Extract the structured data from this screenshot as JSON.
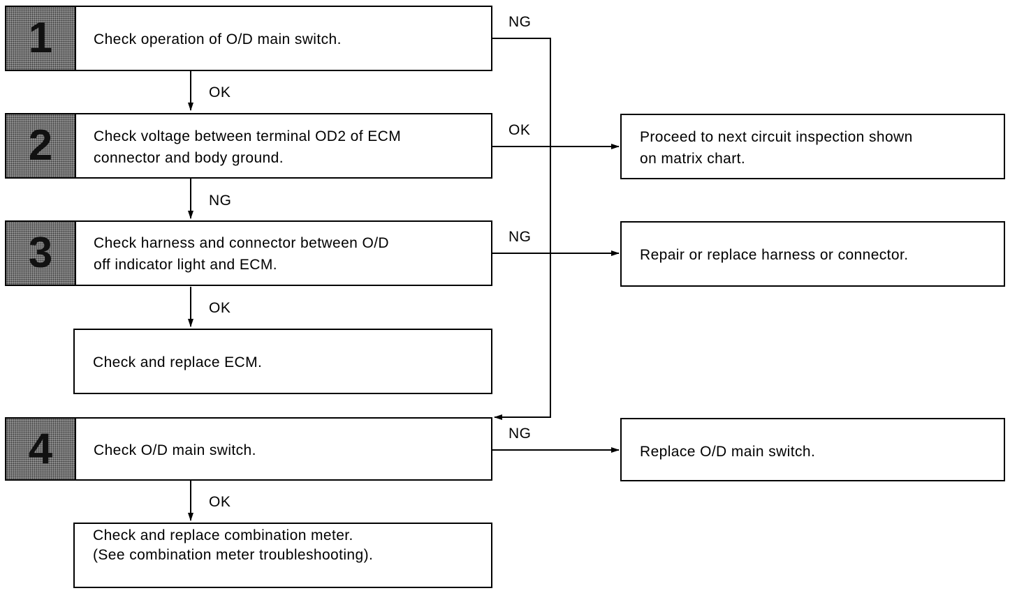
{
  "steps": [
    {
      "num": "1",
      "text": "Check operation of O/D main switch."
    },
    {
      "num": "2",
      "text": "Check voltage between terminal OD2 of ECM\nconnector and body ground."
    },
    {
      "num": "3",
      "text": "Check harness and connector between O/D\noff indicator light and ECM."
    },
    {
      "num": "4",
      "text": "Check O/D main switch."
    }
  ],
  "results": {
    "check_replace_ecm": "Check and replace ECM.",
    "check_replace_meter": "Check and replace combination meter.\n(See combination meter troubleshooting).",
    "proceed_next": "Proceed to next circuit inspection shown\non matrix chart.",
    "repair_harness": "Repair or replace harness or connector.",
    "replace_switch": "Replace O/D main switch."
  },
  "labels": {
    "s1_ng": "NG",
    "s1_ok": "OK",
    "s2_ok": "OK",
    "s2_ng": "NG",
    "s3_ng": "NG",
    "s3_ok": "OK",
    "s4_ng": "NG",
    "s4_ok": "OK"
  }
}
